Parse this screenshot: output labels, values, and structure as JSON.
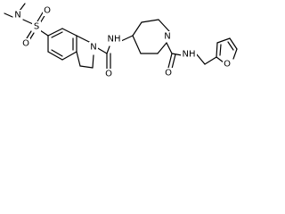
{
  "structure": {
    "atoms": {
      "n_dimethyl": "N",
      "sulfur": "S",
      "o_sulfonyl_upper": "O",
      "o_sulfonyl_lower": "O",
      "n_indoline": "N",
      "nh_amide_left": "NH",
      "o_carbonyl_left": "O",
      "n_piperidine": "N",
      "nh_amide_right": "NH",
      "o_carbonyl_right": "O",
      "o_furan": "O"
    }
  }
}
